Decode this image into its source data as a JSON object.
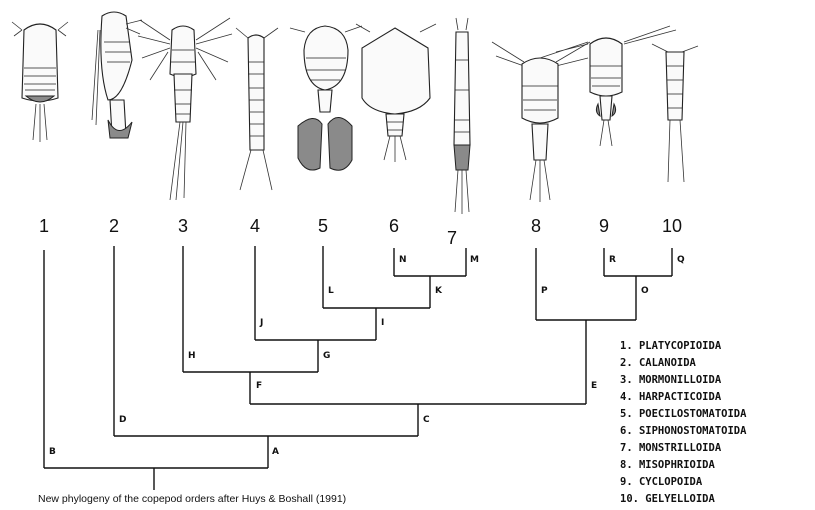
{
  "tips": [
    "1",
    "2",
    "3",
    "4",
    "5",
    "6",
    "7",
    "8",
    "9",
    "10"
  ],
  "nodes": [
    "A",
    "B",
    "C",
    "D",
    "E",
    "F",
    "G",
    "H",
    "I",
    "J",
    "K",
    "L",
    "M",
    "N",
    "O",
    "P",
    "Q",
    "R"
  ],
  "legend": [
    "1. PLATYCOPIOIDA",
    "2. CALANOIDA",
    "3. MORMONILLOIDA",
    "4. HARPACTICOIDA",
    "5. POECILOSTOMATOIDA",
    "6. SIPHONOSTOMATOIDA",
    "7. MONSTRILLOIDA",
    "8. MISOPHRIOIDA",
    "9. CYCLOPOIDA",
    "10. GELYELLOIDA"
  ],
  "caption": "New phylogeny of the copepod orders after Huys & Boshall (1991)"
}
